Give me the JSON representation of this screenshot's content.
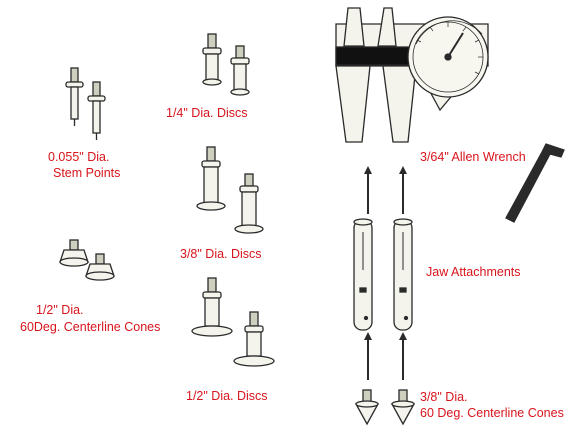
{
  "labels": {
    "stem_points_1": "0.055\" Dia.",
    "stem_points_2": "Stem Points",
    "quarter_discs": "1/4\" Dia. Discs",
    "three_eighths_discs": "3/8\" Dia. Discs",
    "half_discs": "1/2\" Dia. Discs",
    "half_cones_1": "1/2\" Dia.",
    "half_cones_2": "60Deg. Centerline Cones",
    "allen_wrench": "3/64\" Allen Wrench",
    "jaw_attachments": "Jaw Attachments",
    "three_eighths_cones_1": "3/8\" Dia.",
    "three_eighths_cones_2": "60 Deg. Centerline Cones"
  },
  "colors": {
    "label": "#d8141c",
    "line": "#2a2a2a",
    "fill": "#f4f4ec",
    "band": "#000000"
  },
  "icons": {
    "stem_points": "stem-point-icon",
    "discs": "disc-attachment-icon",
    "cones": "cone-attachment-icon",
    "caliper": "dial-caliper-icon",
    "wrench": "allen-wrench-icon",
    "jaw": "jaw-attachment-icon",
    "arrow": "arrow-up-icon"
  }
}
